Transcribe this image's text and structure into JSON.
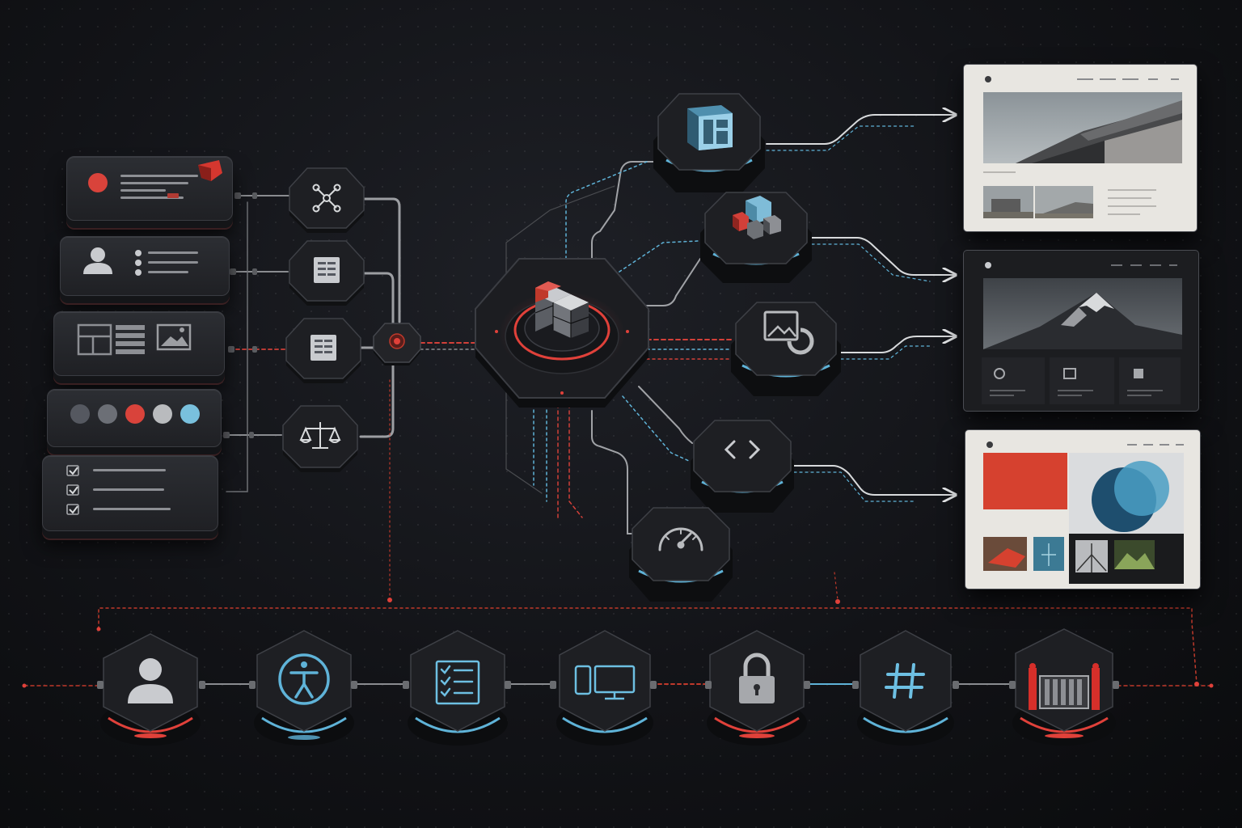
{
  "diagram": {
    "accent_colors": {
      "red": "#e0413a",
      "blue": "#5fb3d8",
      "node_dark": "#1d1e22",
      "node_rim": "#3b3d43"
    },
    "input_cards": [
      {
        "id": "card-alert",
        "icon": "red-circle-with-text-lines-and-flag-icon"
      },
      {
        "id": "card-profile",
        "icon": "user-profile-with-list-icon"
      },
      {
        "id": "card-layout",
        "icon": "layout-grid-with-image-icon"
      },
      {
        "id": "card-colors",
        "icon": "color-palette-swatches-icon",
        "swatches": [
          "#555860",
          "#6c6f76",
          "#d9433b",
          "#b9bbbe",
          "#79c0dd"
        ]
      },
      {
        "id": "card-checklist",
        "icon": "checklist-icon"
      }
    ],
    "process_nodes": [
      {
        "id": "network",
        "icon": "network-nodes-icon"
      },
      {
        "id": "document-1",
        "icon": "document-lines-icon"
      },
      {
        "id": "document-2",
        "icon": "document-lines-icon"
      },
      {
        "id": "balance",
        "icon": "balance-scale-icon"
      }
    ],
    "hub": {
      "icon": "cube-stack-icon"
    },
    "output_nodes": [
      {
        "id": "layout-blocks",
        "icon": "layout-blocks-icon",
        "glow": "blue"
      },
      {
        "id": "components",
        "icon": "components-cubes-icon",
        "glow": "blue"
      },
      {
        "id": "image-media",
        "icon": "image-media-icon",
        "glow": "blue"
      },
      {
        "id": "code",
        "icon": "code-brackets-icon",
        "glow": "blue"
      },
      {
        "id": "performance",
        "icon": "speedometer-icon",
        "glow": "blue"
      }
    ],
    "previews": [
      {
        "id": "architecture-site",
        "theme": "light",
        "hero": "architecture-photo"
      },
      {
        "id": "mountain-site",
        "theme": "dark",
        "hero": "mountain-photo"
      },
      {
        "id": "art-site",
        "theme": "light",
        "hero": "abstract-shapes"
      }
    ],
    "pipeline_nodes": [
      {
        "id": "user",
        "icon": "user-icon",
        "glow": "red"
      },
      {
        "id": "accessibility",
        "icon": "accessibility-icon",
        "glow": "blue"
      },
      {
        "id": "checklist",
        "icon": "checklist-icon",
        "glow": "blue"
      },
      {
        "id": "devices",
        "icon": "devices-icon",
        "glow": "blue"
      },
      {
        "id": "security",
        "icon": "padlock-icon",
        "glow": "red"
      },
      {
        "id": "hashtag",
        "icon": "hashtag-icon",
        "glow": "blue"
      },
      {
        "id": "container",
        "icon": "container-icon",
        "glow": "red"
      }
    ]
  }
}
